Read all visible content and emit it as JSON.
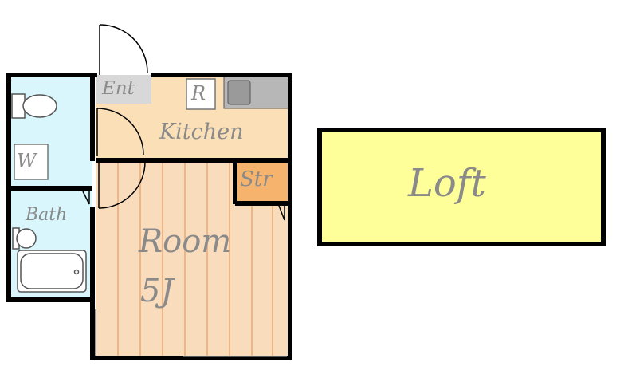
{
  "floor_plan": {
    "labels": {
      "entrance": "Ent",
      "refrigerator": "R",
      "kitchen": "Kitchen",
      "washer": "W",
      "storage": "Str",
      "bath": "Bath",
      "room": "Room",
      "room_size": "5J",
      "loft": "Loft"
    },
    "colors": {
      "wall": "#000000",
      "room_floor": "#f9dcbc",
      "kitchen_floor": "#fadfb7",
      "floor_line": "#eea873",
      "wet_area": "#d8f6fb",
      "storage": "#f6b36e",
      "entrance_tile": "#d8d8d8",
      "counter": "#b7b7b7",
      "loft": "#ffff99",
      "label_text": "#8a8a8a"
    }
  }
}
